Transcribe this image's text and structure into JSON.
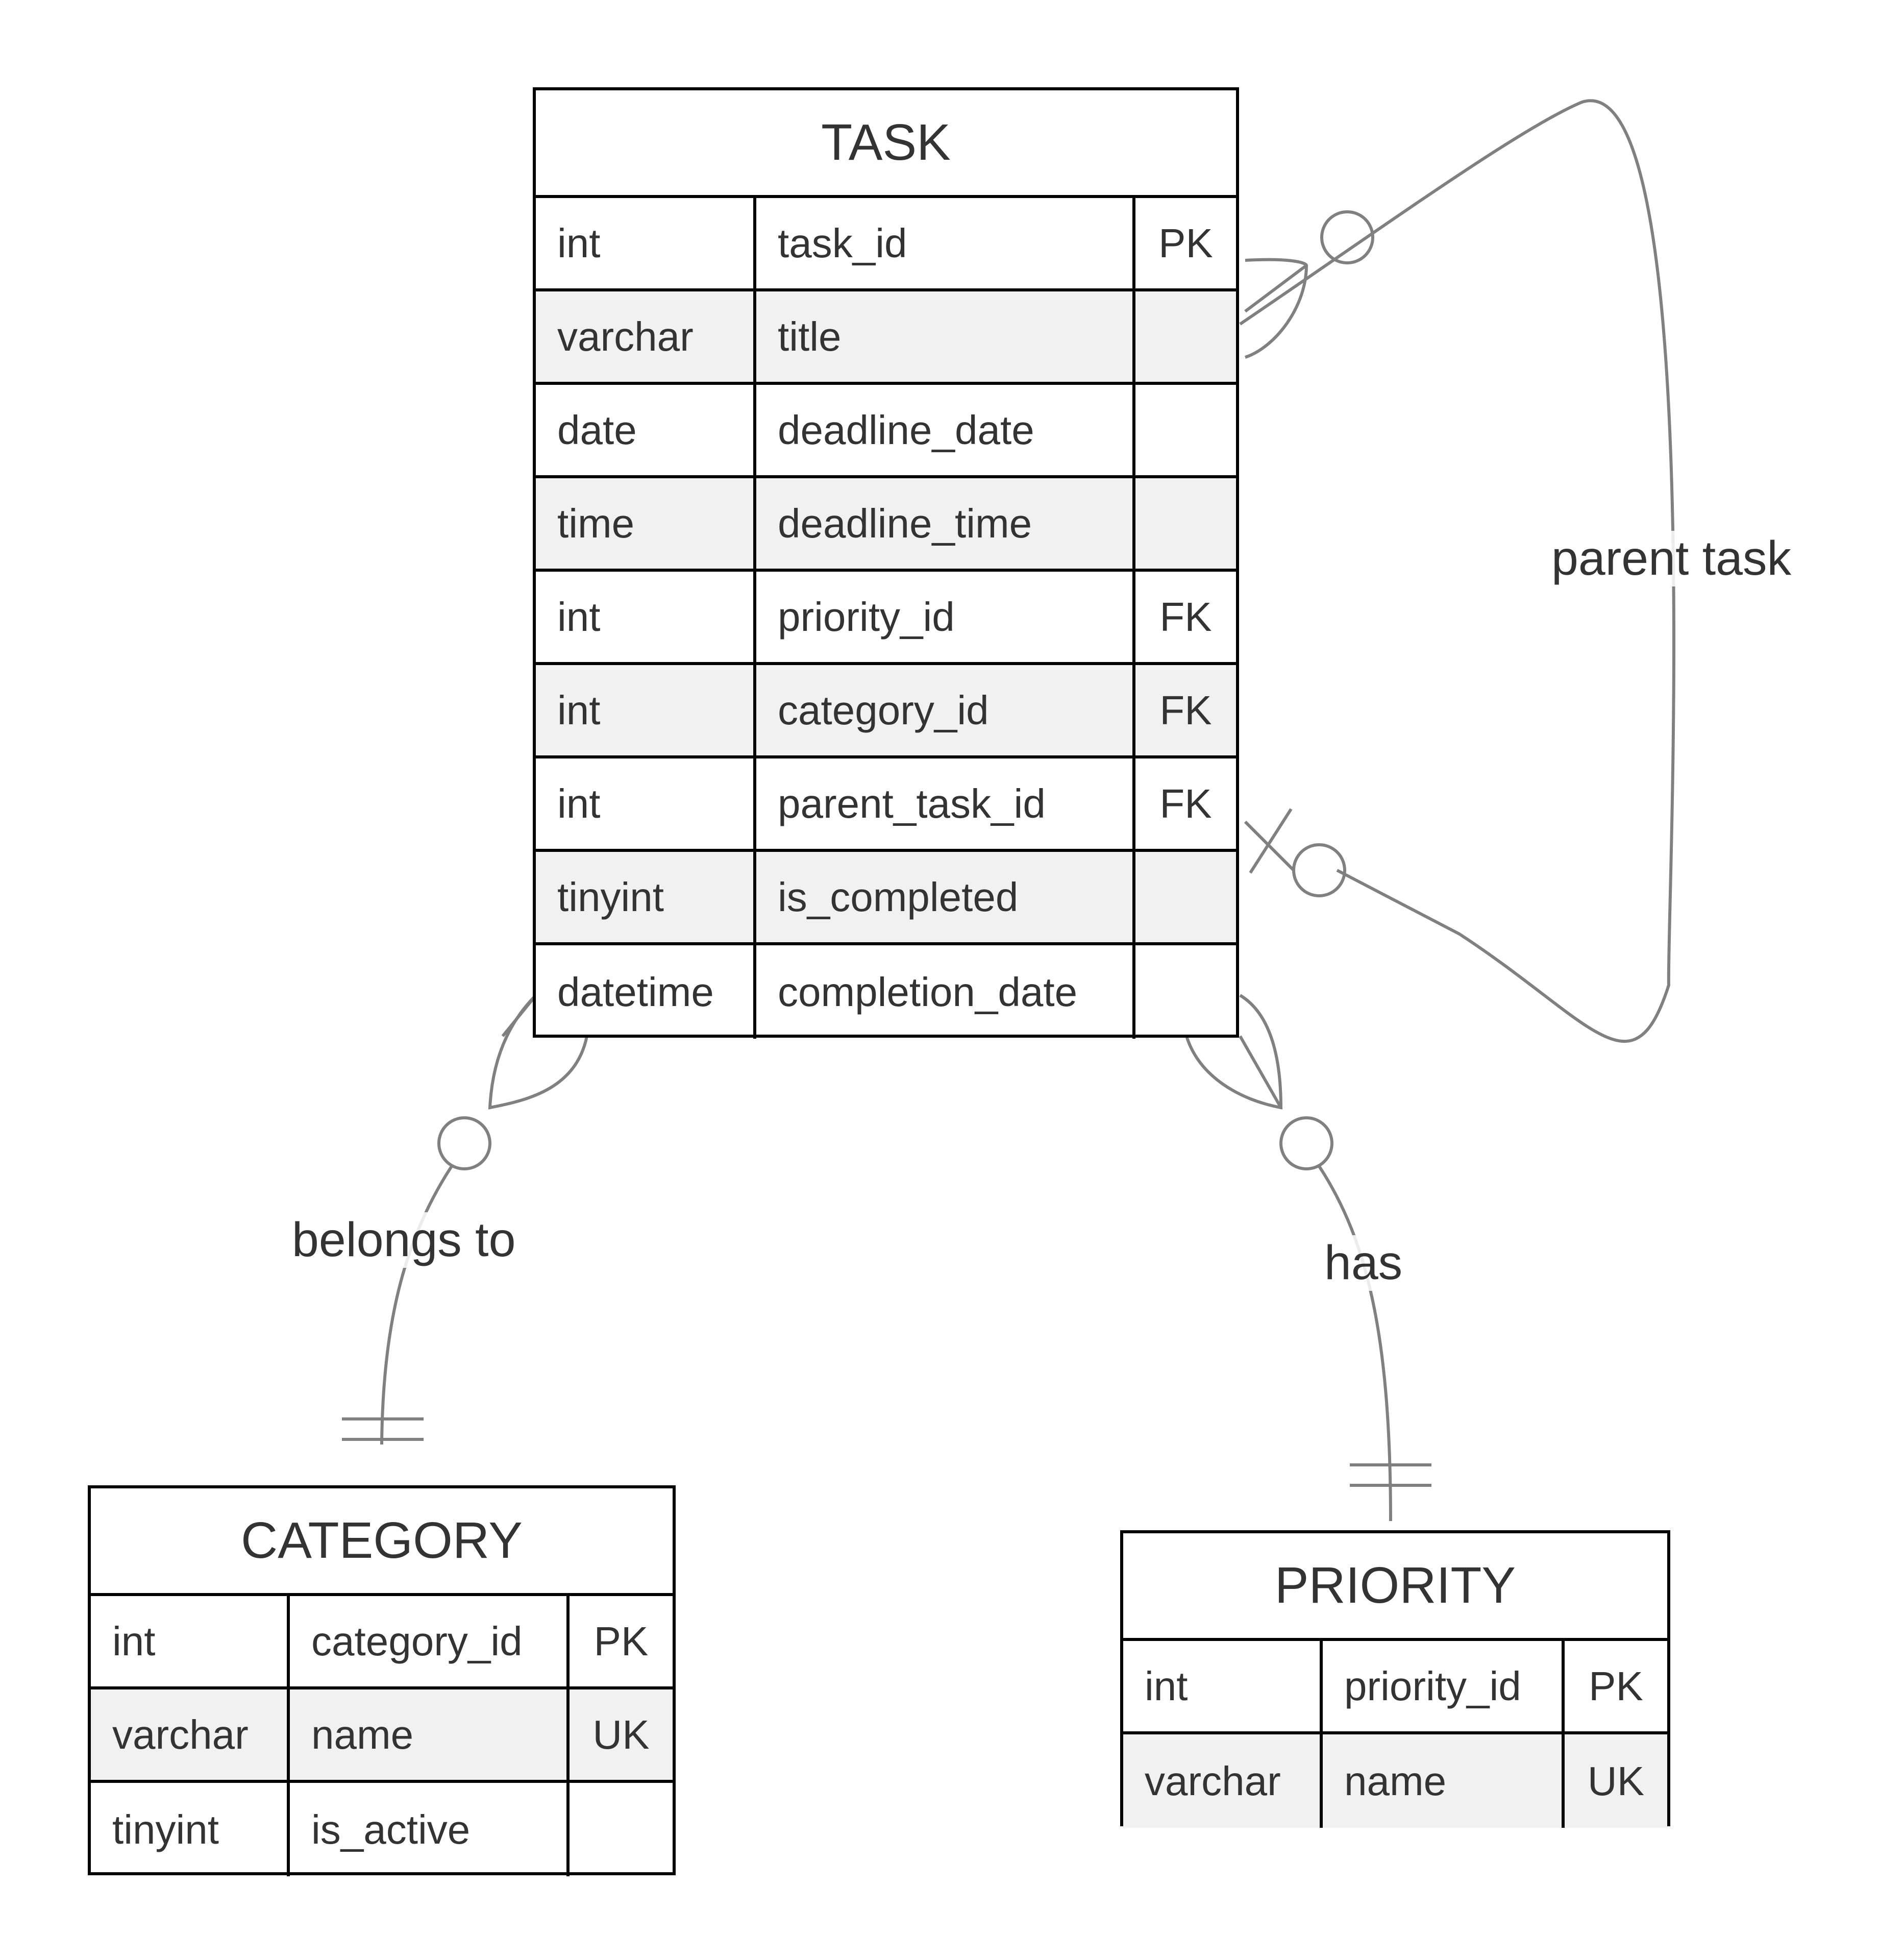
{
  "entities": {
    "task": {
      "name": "TASK",
      "rows": [
        {
          "type": "int",
          "field": "task_id",
          "key": "PK"
        },
        {
          "type": "varchar",
          "field": "title",
          "key": ""
        },
        {
          "type": "date",
          "field": "deadline_date",
          "key": ""
        },
        {
          "type": "time",
          "field": "deadline_time",
          "key": ""
        },
        {
          "type": "int",
          "field": "priority_id",
          "key": "FK"
        },
        {
          "type": "int",
          "field": "category_id",
          "key": "FK"
        },
        {
          "type": "int",
          "field": "parent_task_id",
          "key": "FK"
        },
        {
          "type": "tinyint",
          "field": "is_completed",
          "key": ""
        },
        {
          "type": "datetime",
          "field": "completion_date",
          "key": ""
        }
      ]
    },
    "category": {
      "name": "CATEGORY",
      "rows": [
        {
          "type": "int",
          "field": "category_id",
          "key": "PK"
        },
        {
          "type": "varchar",
          "field": "name",
          "key": "UK"
        },
        {
          "type": "tinyint",
          "field": "is_active",
          "key": ""
        }
      ]
    },
    "priority": {
      "name": "PRIORITY",
      "rows": [
        {
          "type": "int",
          "field": "priority_id",
          "key": "PK"
        },
        {
          "type": "varchar",
          "field": "name",
          "key": "UK"
        }
      ]
    }
  },
  "relationships": {
    "parent_task": {
      "label": "parent task",
      "from": "TASK",
      "to": "TASK"
    },
    "belongs_to": {
      "label": "belongs to",
      "from": "TASK",
      "to": "CATEGORY"
    },
    "has": {
      "label": "has",
      "from": "TASK",
      "to": "PRIORITY"
    }
  },
  "colors": {
    "line": "#808080",
    "border": "#000000",
    "shade": "#f1f1f1",
    "text": "#333333"
  }
}
